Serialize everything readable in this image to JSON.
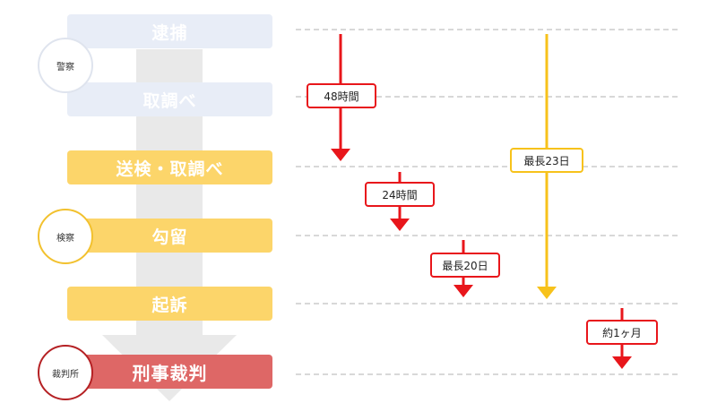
{
  "stages": [
    {
      "id": "arrest",
      "label": "逮捕",
      "group": "police"
    },
    {
      "id": "police-investigation",
      "label": "取調べ",
      "group": "police"
    },
    {
      "id": "referral",
      "label": "送検・取調べ",
      "group": "prosecutor"
    },
    {
      "id": "detention",
      "label": "勾留",
      "group": "prosecutor"
    },
    {
      "id": "indictment",
      "label": "起訴",
      "group": "prosecutor"
    },
    {
      "id": "trial",
      "label": "刑事裁判",
      "group": "court"
    }
  ],
  "roles": [
    {
      "id": "police",
      "label": "警察"
    },
    {
      "id": "prosecutor",
      "label": "検察"
    },
    {
      "id": "court",
      "label": "裁判所"
    }
  ],
  "durations": [
    {
      "id": "48h",
      "label": "48時間"
    },
    {
      "id": "24h",
      "label": "24時間"
    },
    {
      "id": "20d",
      "label": "最長20日"
    },
    {
      "id": "23d",
      "label": "最長23日"
    },
    {
      "id": "1m",
      "label": "約1ヶ月"
    }
  ],
  "colors": {
    "police": "#e8edf7",
    "prosecutor": "#fcd56a",
    "court": "#de6766",
    "red_arrow": "#e8161b",
    "yellow_arrow": "#f7c21b",
    "court_circle_border": "#b52124",
    "prosecutor_circle_border": "#f2c12e",
    "police_circle_border": "#dfe4ee",
    "flow_arrow": "#e9e9e9",
    "dashed_line": "#cccccc"
  }
}
